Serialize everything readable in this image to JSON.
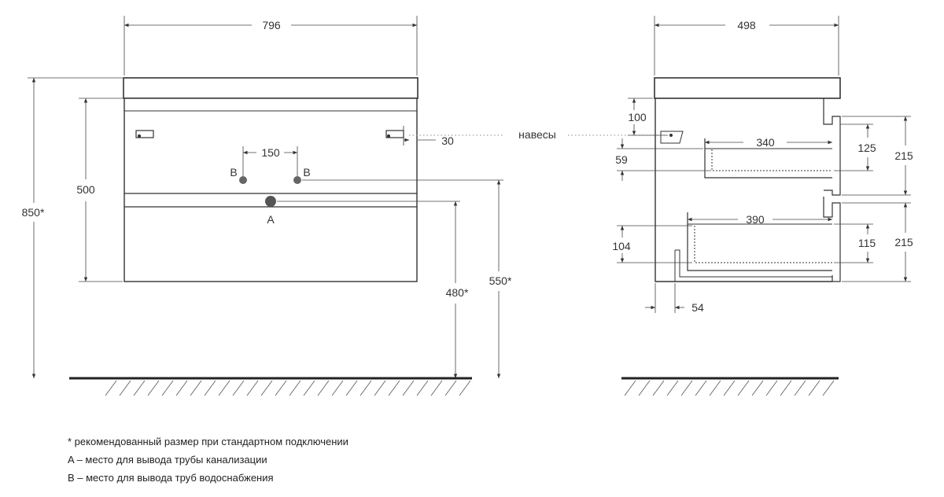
{
  "front_view": {
    "width": "796",
    "hole_spacing": "150",
    "hinge_offset": "30",
    "body_height": "500",
    "total_height": "850*",
    "drain_height": "480*",
    "water_height": "550*",
    "label_a": "A",
    "label_b_left": "B",
    "label_b_right": "B"
  },
  "side_view": {
    "depth": "498",
    "hinge_label": "навесы",
    "hinge_top": "100",
    "hinge_drop": "59",
    "drawer_top_depth": "340",
    "drawer_bottom_depth": "390",
    "drawer_top_inner": "125",
    "drawer_bottom_inner": "115",
    "front_top": "215",
    "front_bottom": "215",
    "bottom_drawer_offset": "104",
    "back_offset": "54"
  },
  "notes": [
    "* рекомендованный размер при стандартном подключении",
    "A – место для вывода трубы канализации",
    "B – место для вывода труб водоснабжения"
  ],
  "colors": {
    "line": "#333333",
    "pipe": "#666666",
    "dotted": "#888888"
  }
}
